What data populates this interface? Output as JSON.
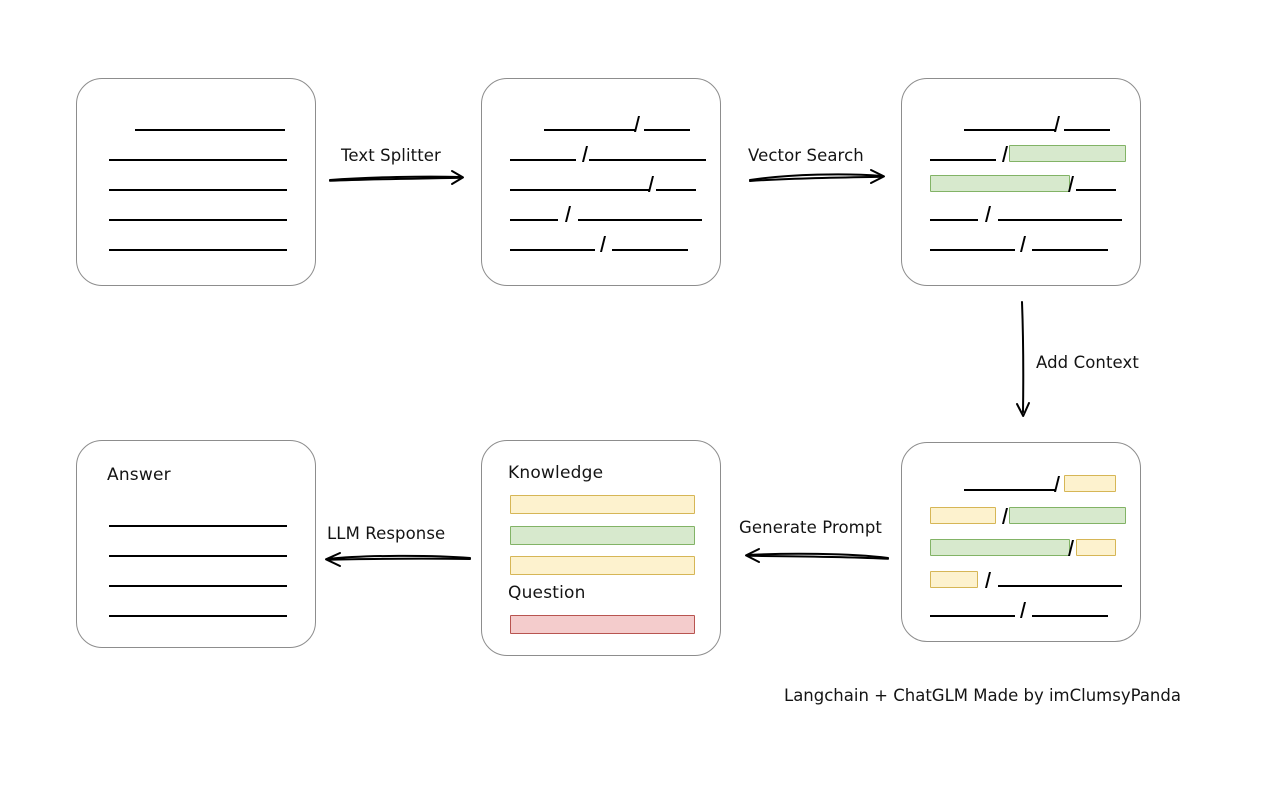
{
  "diagram": {
    "title_text": "Langchain + ChatGLM Made by imClumsyPanda",
    "colors": {
      "green_fill": "#d7e9cd",
      "green_stroke": "#82b366",
      "yellow_fill": "#fdf2ce",
      "yellow_stroke": "#d6b656",
      "red_fill": "#f4cccc",
      "red_stroke": "#b85450",
      "card_stroke": "#8d8d8d",
      "line_stroke": "#000000"
    }
  },
  "nodes": {
    "source_document": {
      "name": "source-document",
      "label": "",
      "lines": [
        {
          "indent": 58,
          "width": 150
        },
        {
          "indent": 32,
          "width": 178
        },
        {
          "indent": 32,
          "width": 178
        },
        {
          "indent": 32,
          "width": 178
        },
        {
          "indent": 32,
          "width": 178
        }
      ]
    },
    "split_chunks": {
      "name": "split-chunks",
      "label": "",
      "rows": [
        {
          "segments": [
            {
              "type": "gap",
              "w": 62
            },
            {
              "type": "line",
              "w": 92
            },
            {
              "type": "slash"
            },
            {
              "type": "gap",
              "w": 6
            },
            {
              "type": "line",
              "w": 46
            }
          ]
        },
        {
          "segments": [
            {
              "type": "line",
              "w": 66
            },
            {
              "type": "gap",
              "w": 8
            },
            {
              "type": "slash"
            },
            {
              "type": "gap",
              "w": 3
            },
            {
              "type": "line",
              "w": 117
            }
          ]
        },
        {
          "segments": [
            {
              "type": "line",
              "w": 140
            },
            {
              "type": "slash"
            },
            {
              "type": "gap",
              "w": 4
            },
            {
              "type": "line",
              "w": 40
            }
          ]
        },
        {
          "segments": [
            {
              "type": "line",
              "w": 48
            },
            {
              "type": "gap",
              "w": 9
            },
            {
              "type": "slash"
            },
            {
              "type": "gap",
              "w": 9
            },
            {
              "type": "line",
              "w": 124
            }
          ]
        },
        {
          "segments": [
            {
              "type": "line",
              "w": 85
            },
            {
              "type": "gap",
              "w": 7
            },
            {
              "type": "slash"
            },
            {
              "type": "gap",
              "w": 8
            },
            {
              "type": "line",
              "w": 76
            }
          ]
        }
      ]
    },
    "matched_chunks": {
      "name": "matched-chunks",
      "label": "",
      "rows": [
        {
          "segments": [
            {
              "type": "gap",
              "w": 62
            },
            {
              "type": "line",
              "w": 92
            },
            {
              "type": "slash"
            },
            {
              "type": "gap",
              "w": 6
            },
            {
              "type": "line",
              "w": 46
            }
          ]
        },
        {
          "segments": [
            {
              "type": "line",
              "w": 66
            },
            {
              "type": "gap",
              "w": 8
            },
            {
              "type": "slash"
            },
            {
              "type": "gap",
              "w": 3
            },
            {
              "type": "green",
              "w": 117
            }
          ]
        },
        {
          "segments": [
            {
              "type": "green",
              "w": 140
            },
            {
              "type": "slash"
            },
            {
              "type": "gap",
              "w": 4
            },
            {
              "type": "line",
              "w": 40
            }
          ]
        },
        {
          "segments": [
            {
              "type": "line",
              "w": 48
            },
            {
              "type": "gap",
              "w": 9
            },
            {
              "type": "slash"
            },
            {
              "type": "gap",
              "w": 9
            },
            {
              "type": "line",
              "w": 124
            }
          ]
        },
        {
          "segments": [
            {
              "type": "line",
              "w": 85
            },
            {
              "type": "gap",
              "w": 7
            },
            {
              "type": "slash"
            },
            {
              "type": "gap",
              "w": 8
            },
            {
              "type": "line",
              "w": 76
            }
          ]
        }
      ]
    },
    "context_chunks": {
      "name": "context-chunks",
      "label": "",
      "rows": [
        {
          "segments": [
            {
              "type": "gap",
              "w": 62
            },
            {
              "type": "line",
              "w": 92
            },
            {
              "type": "slash"
            },
            {
              "type": "gap",
              "w": 6
            },
            {
              "type": "yellow",
              "w": 52
            }
          ]
        },
        {
          "segments": [
            {
              "type": "yellow",
              "w": 66
            },
            {
              "type": "gap",
              "w": 8
            },
            {
              "type": "slash"
            },
            {
              "type": "gap",
              "w": 3
            },
            {
              "type": "green",
              "w": 117
            }
          ]
        },
        {
          "segments": [
            {
              "type": "green",
              "w": 140
            },
            {
              "type": "slash"
            },
            {
              "type": "gap",
              "w": 4
            },
            {
              "type": "yellow",
              "w": 40
            }
          ]
        },
        {
          "segments": [
            {
              "type": "yellow",
              "w": 48
            },
            {
              "type": "gap",
              "w": 9
            },
            {
              "type": "slash"
            },
            {
              "type": "gap",
              "w": 9
            },
            {
              "type": "line",
              "w": 124
            }
          ]
        },
        {
          "segments": [
            {
              "type": "line",
              "w": 85
            },
            {
              "type": "gap",
              "w": 7
            },
            {
              "type": "slash"
            },
            {
              "type": "gap",
              "w": 8
            },
            {
              "type": "line",
              "w": 76
            }
          ]
        }
      ]
    },
    "prompt": {
      "name": "prompt-card",
      "knowledge_label": "Knowledge",
      "question_label": "Question",
      "knowledge_bars": [
        {
          "color": "yellow",
          "w": 185
        },
        {
          "color": "green",
          "w": 185
        },
        {
          "color": "yellow",
          "w": 185
        }
      ],
      "question_bars": [
        {
          "color": "red",
          "w": 185
        }
      ]
    },
    "answer": {
      "name": "answer-card",
      "label": "Answer",
      "lines": [
        {
          "indent": 32,
          "width": 178
        },
        {
          "indent": 32,
          "width": 178
        },
        {
          "indent": 32,
          "width": 178
        },
        {
          "indent": 32,
          "width": 178
        }
      ]
    }
  },
  "edges": [
    {
      "name": "edge-text-splitter",
      "label": "Text Splitter",
      "direction": "right"
    },
    {
      "name": "edge-vector-search",
      "label": "Vector Search",
      "direction": "right"
    },
    {
      "name": "edge-add-context",
      "label": "Add Context",
      "direction": "down"
    },
    {
      "name": "edge-generate-prompt",
      "label": "Generate Prompt",
      "direction": "left"
    },
    {
      "name": "edge-llm-response",
      "label": "LLM Response",
      "direction": "left"
    }
  ]
}
